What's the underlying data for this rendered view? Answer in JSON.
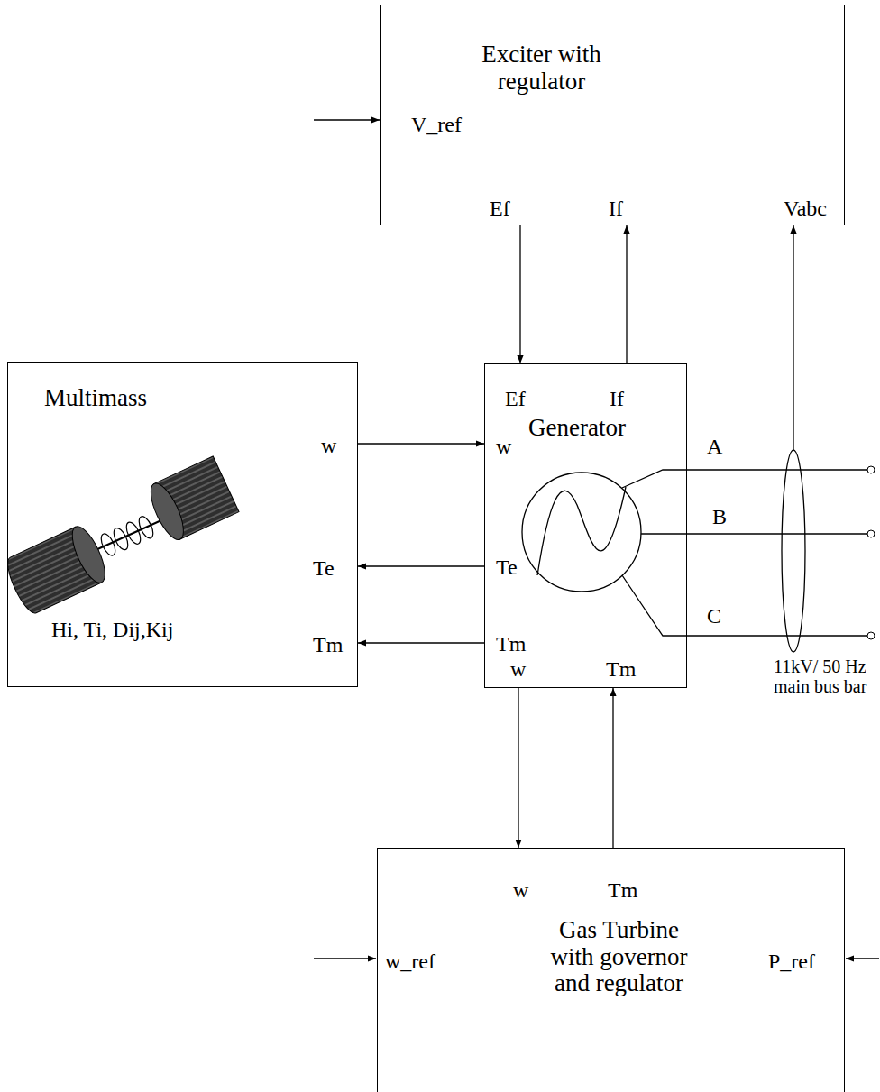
{
  "diagram": {
    "nodes": [
      {
        "text": [
          "Exciter with regulator",
          "V_ref",
          "Ef",
          "If",
          "Vabc"
        ]
      },
      {
        "text": [
          "Multimass",
          "w",
          "Te",
          "Tm",
          "Hi, Ti, Dij,Kij"
        ]
      },
      {
        "text": [
          "Ef",
          "If",
          "Generator",
          "w",
          "Te",
          "Tm",
          "w",
          "Tm"
        ]
      },
      {
        "text": [
          "w",
          "Tm",
          "Gas Turbine with governor and regulator",
          "w_ref",
          "P_ref"
        ]
      }
    ],
    "edges": [
      {
        "from": 0,
        "to": 2,
        "arrow": "to"
      },
      {
        "from": 2,
        "to": 0,
        "arrow": "to"
      },
      {
        "from": 2,
        "to": 0,
        "arrow": "to"
      },
      {
        "from": 1,
        "to": 2,
        "arrow": "to"
      },
      {
        "from": 2,
        "to": 1,
        "arrow": "to"
      },
      {
        "from": 2,
        "to": 1,
        "arrow": "to"
      },
      {
        "from": 2,
        "to": 3,
        "arrow": "to"
      },
      {
        "from": 3,
        "to": 2,
        "arrow": "to"
      }
    ],
    "labels": [
      "A",
      "B",
      "C",
      "11kV/ 50 Hz main bus bar"
    ]
  }
}
